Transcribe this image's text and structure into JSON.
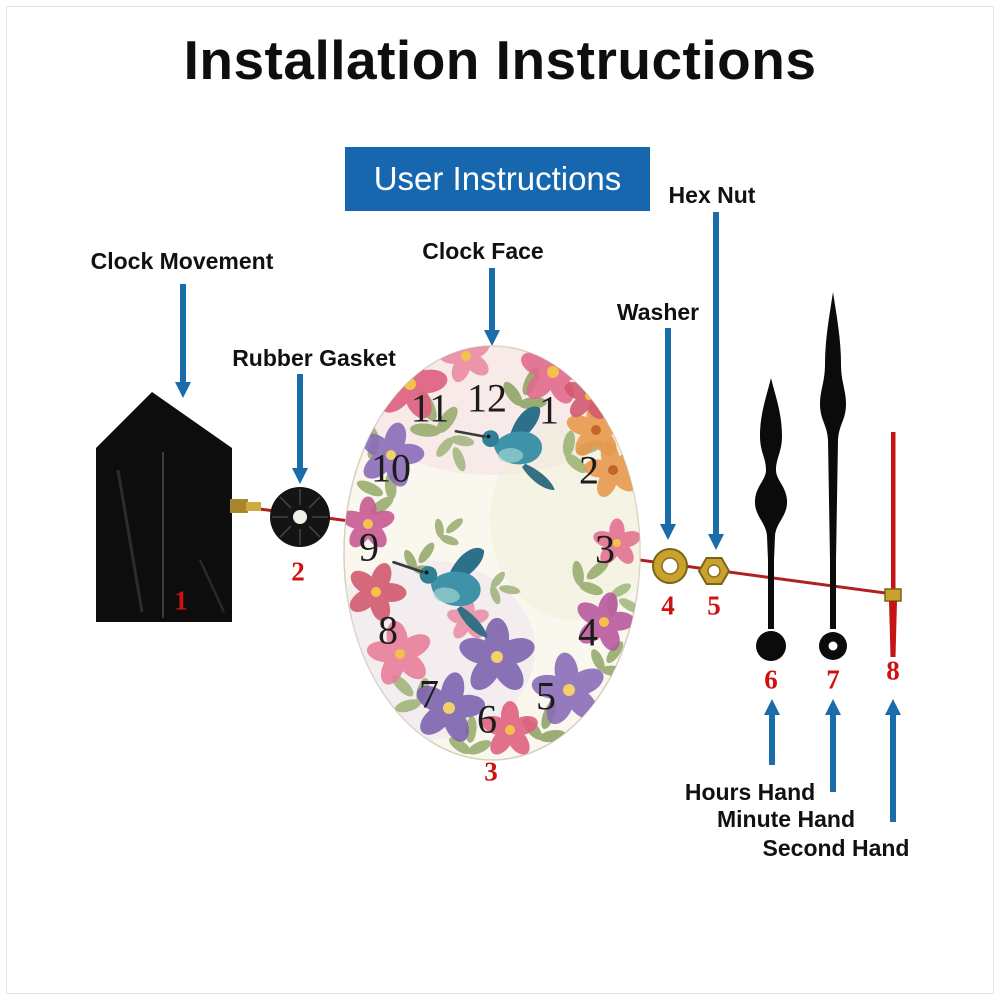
{
  "title": "Installation Instructions",
  "banner": {
    "label": "User Instructions"
  },
  "labels": {
    "clock_movement": "Clock Movement",
    "rubber_gasket": "Rubber Gasket",
    "clock_face": "Clock Face",
    "washer": "Washer",
    "hex_nut": "Hex Nut",
    "hours_hand": "Hours Hand",
    "minute_hand": "Minute Hand",
    "second_hand": "Second Hand"
  },
  "part_numbers": [
    "1",
    "2",
    "3",
    "4",
    "5",
    "6",
    "7",
    "8"
  ],
  "face": {
    "numerals": [
      "12",
      "1",
      "2",
      "3",
      "4",
      "5",
      "6",
      "7",
      "8",
      "9",
      "10",
      "11"
    ]
  },
  "colors": {
    "banner_bg": "#1767ae",
    "arrow_blue": "#1a6cab",
    "part_number_red": "#d01111",
    "shaft_line_red": "#b02020",
    "brass": "#c9a22e",
    "second_hand_red": "#c41414"
  }
}
